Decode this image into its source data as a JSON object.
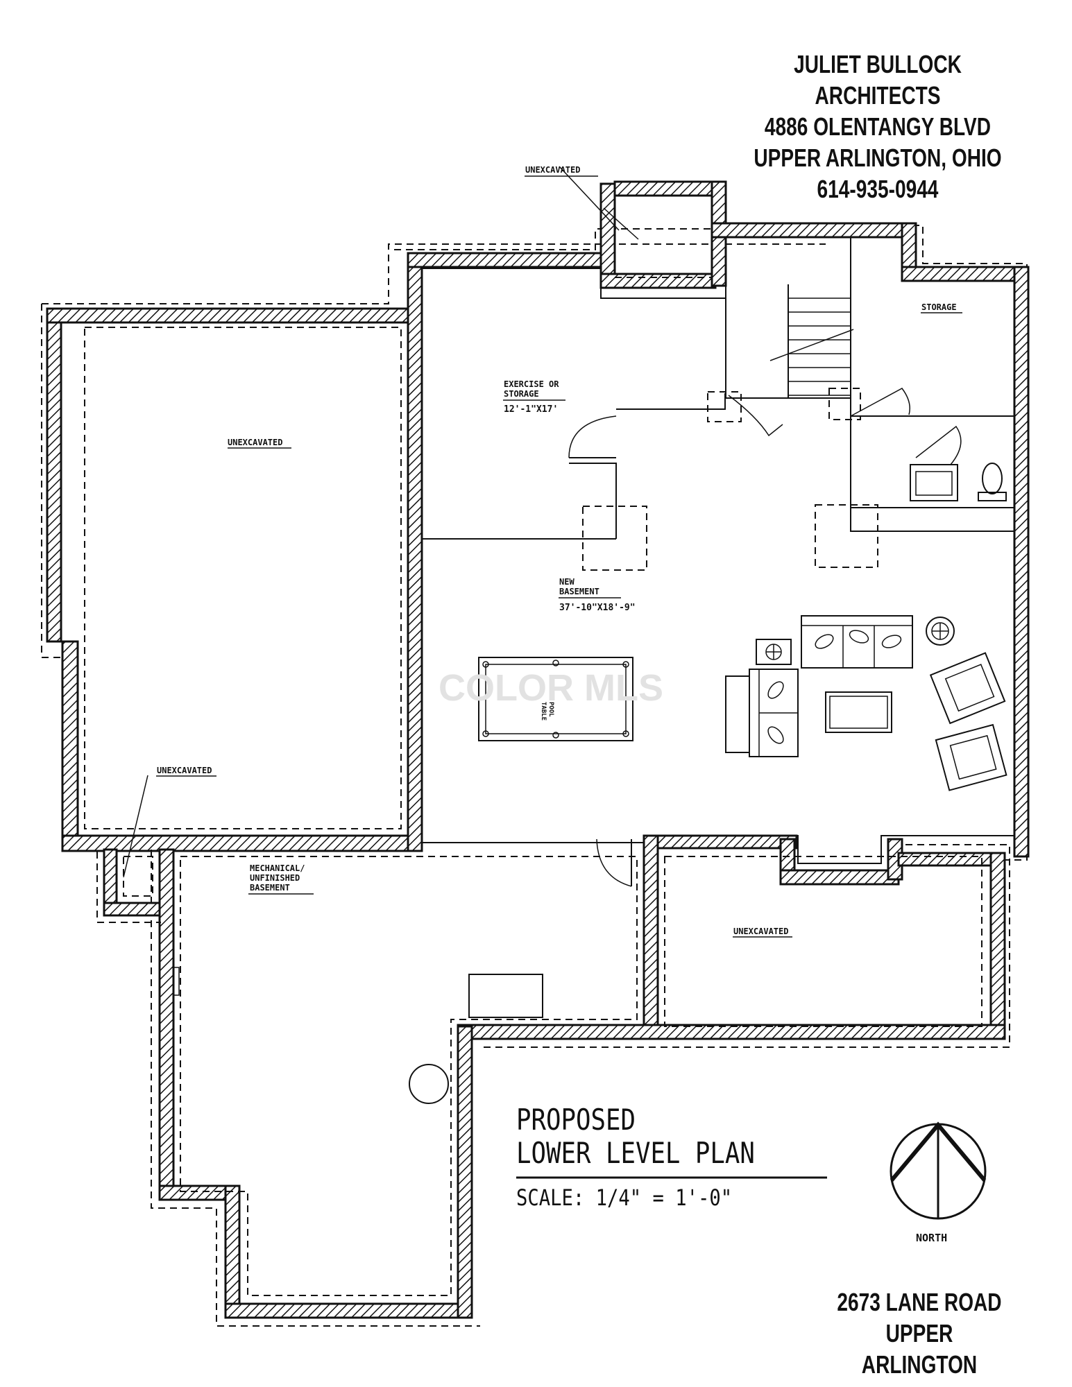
{
  "firm": {
    "name": "JULIET BULLOCK ARCHITECTS",
    "street": "4886 OLENTANGY BLVD",
    "city": "UPPER ARLINGTON, OHIO",
    "phone": "614-935-0944"
  },
  "title": {
    "line1": "PROPOSED",
    "line2": "LOWER LEVEL PLAN",
    "scale": "SCALE: 1/4\" = 1'-0\""
  },
  "north_label": "NORTH",
  "project": {
    "street": "2673 LANE ROAD",
    "city": "UPPER ARLINGTON"
  },
  "rooms": {
    "unexcavated_top": "UNEXCAVATED",
    "unexcavated_left": "UNEXCAVATED",
    "unexcavated_lower_left": "UNEXCAVATED",
    "unexcavated_lower_right": "UNEXCAVATED",
    "exercise_l1": "EXERCISE OR",
    "exercise_l2": "STORAGE",
    "exercise_dims": "12'-1\"X17'",
    "storage": "STORAGE",
    "basement_l1": "NEW",
    "basement_l2": "BASEMENT",
    "basement_dims": "37'-10\"X18'-9\"",
    "mech_l1": "MECHANICAL/",
    "mech_l2": "UNFINISHED",
    "mech_l3": "BASEMENT",
    "pool_l1": "POOL",
    "pool_l2": "TABLE"
  },
  "watermark": "COLOR MLS"
}
